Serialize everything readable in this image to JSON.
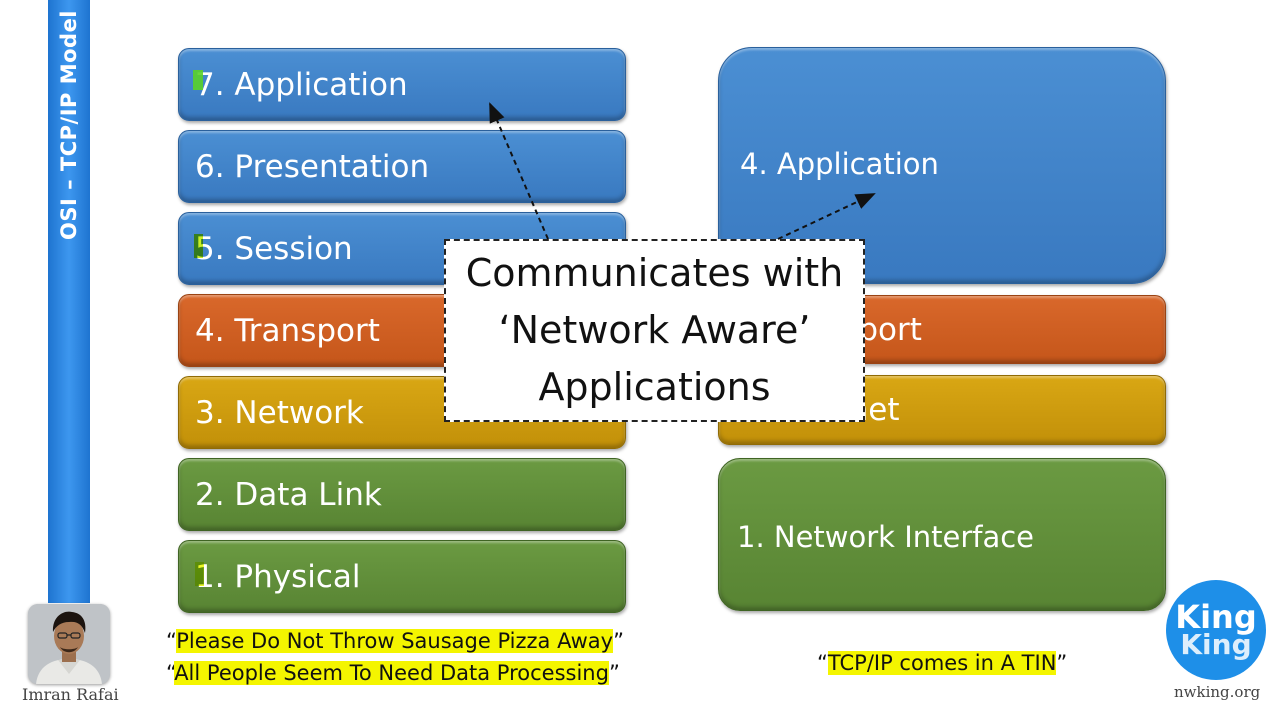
{
  "sidebar": {
    "title": "OSI – TCP/IP Model"
  },
  "osi_layers": [
    {
      "label": "7. Application",
      "color": "#3f83c9"
    },
    {
      "label": "6. Presentation",
      "color": "#3f83c9"
    },
    {
      "label": "5. Session",
      "color": "#3f83c9"
    },
    {
      "label": "4. Transport",
      "color": "#cf5f22"
    },
    {
      "label": "3. Network",
      "color": "#cd9b0e"
    },
    {
      "label": "2. Data Link",
      "color": "#618f3a"
    },
    {
      "label": "1. Physical",
      "color": "#618f3a"
    }
  ],
  "tcpip_layers": [
    {
      "label": "4. Application",
      "color": "#3f83c9"
    },
    {
      "label": "3. Transport",
      "color": "#cf5f22"
    },
    {
      "label": "2. Internet",
      "color": "#cd9b0e"
    },
    {
      "label": "1. Network Interface",
      "color": "#618f3a"
    }
  ],
  "callout": {
    "lines": [
      "Communicates with",
      "‘Network Aware’",
      "Applications"
    ]
  },
  "mnemonics": {
    "osi_top_down": {
      "open": "“",
      "text": "Please Do Not Throw Sausage Pizza Away",
      "close": "”"
    },
    "osi_bottom_up": {
      "open": "“",
      "text": "All People Seem To Need Data Processing",
      "close": "”"
    },
    "tcpip": {
      "open": "“",
      "text": "TCP/IP comes in A TIN",
      "close": "”"
    }
  },
  "presenter": {
    "name": "Imran Rafai"
  },
  "brand": {
    "logo_line1": "King",
    "logo_line2": "King",
    "url": "nwking.org"
  },
  "colors": {
    "sidebar": "#2d86e3",
    "highlight": "#f4f500",
    "logo": "#1e8fe8"
  }
}
